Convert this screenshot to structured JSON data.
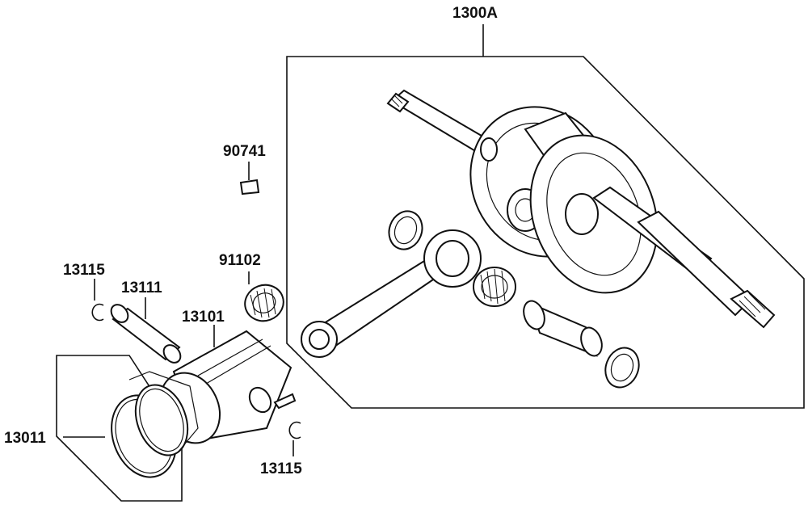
{
  "labels": {
    "crankshaft_assy": "1300A",
    "key": "90741",
    "needle_bearing": "91102",
    "circlip_top": "13115",
    "piston_pin": "13111",
    "piston": "13101",
    "ring_set": "13011",
    "circlip_bottom": "13115"
  }
}
